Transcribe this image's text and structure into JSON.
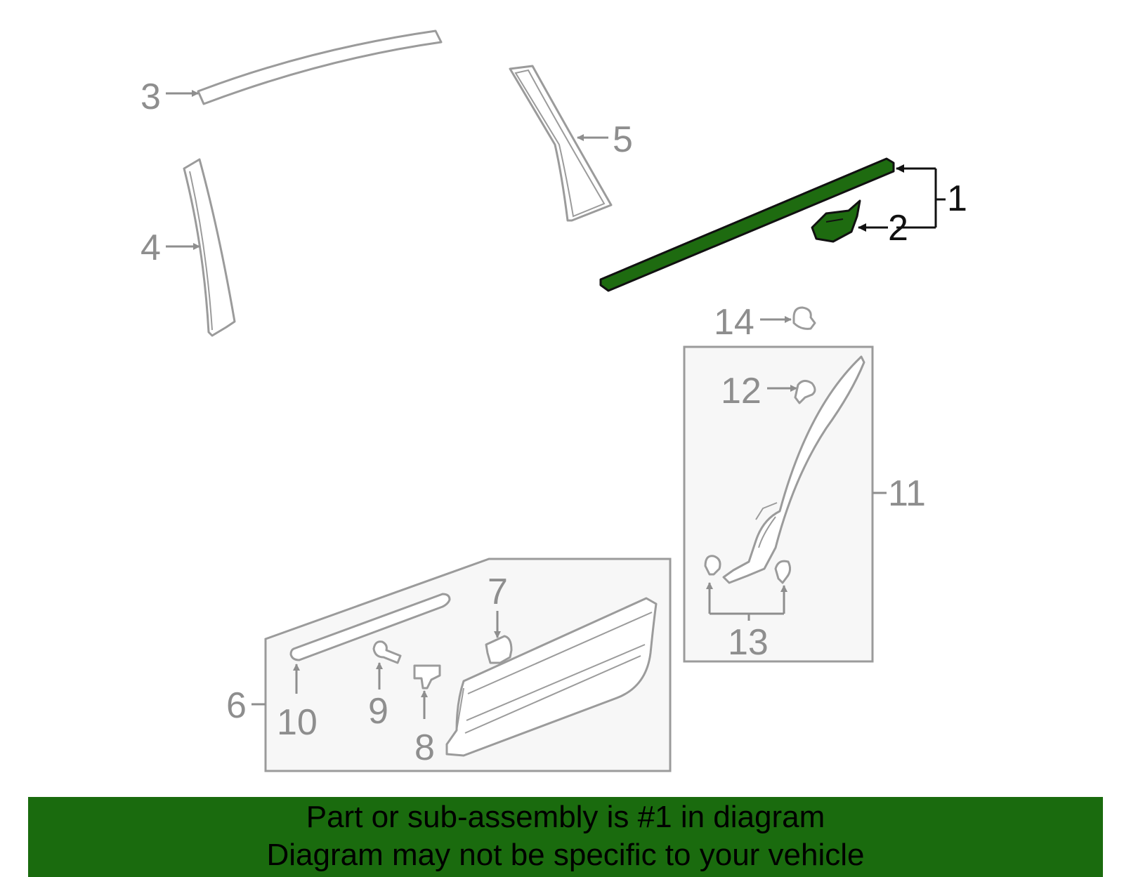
{
  "callouts": {
    "c1": "1",
    "c2": "2",
    "c3": "3",
    "c4": "4",
    "c5": "5",
    "c6": "6",
    "c7": "7",
    "c8": "8",
    "c9": "9",
    "c10": "10",
    "c11": "11",
    "c12": "12",
    "c13": "13",
    "c14": "14"
  },
  "highlight_color": "#1a6b0e",
  "banner": {
    "line1": "Part or sub-assembly is #1 in diagram",
    "line2": "Diagram may not be specific to your vehicle"
  }
}
